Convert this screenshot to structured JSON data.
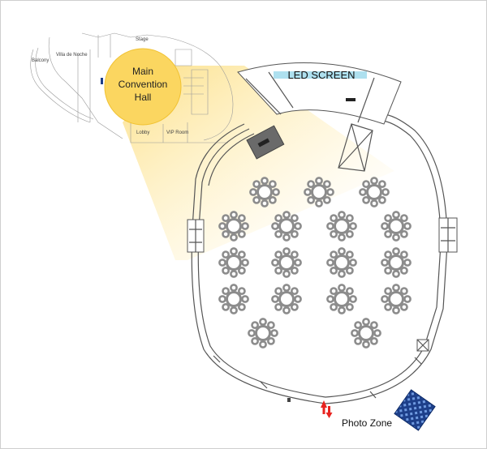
{
  "mini_map": {
    "labels": {
      "balcony": "Balcony",
      "villa": "Villa de Noche",
      "stage": "Stage",
      "lobby": "Lobby",
      "vip": "VIP Room"
    },
    "highlight": {
      "line1": "Main",
      "line2": "Convention",
      "line3": "Hall",
      "color": "#fbd660"
    }
  },
  "hall": {
    "screen_label": "LED SCREEN",
    "photo_zone_label": "Photo Zone",
    "colors": {
      "wall": "#555555",
      "table": "#8c8c8c",
      "screen_bar": "#aee0ef",
      "entrance_arrow": "#e8231f",
      "photo_zone": "#1d3f8a"
    },
    "icons": [
      "entrance-arrow-icon",
      "photo-zone-icon"
    ]
  }
}
